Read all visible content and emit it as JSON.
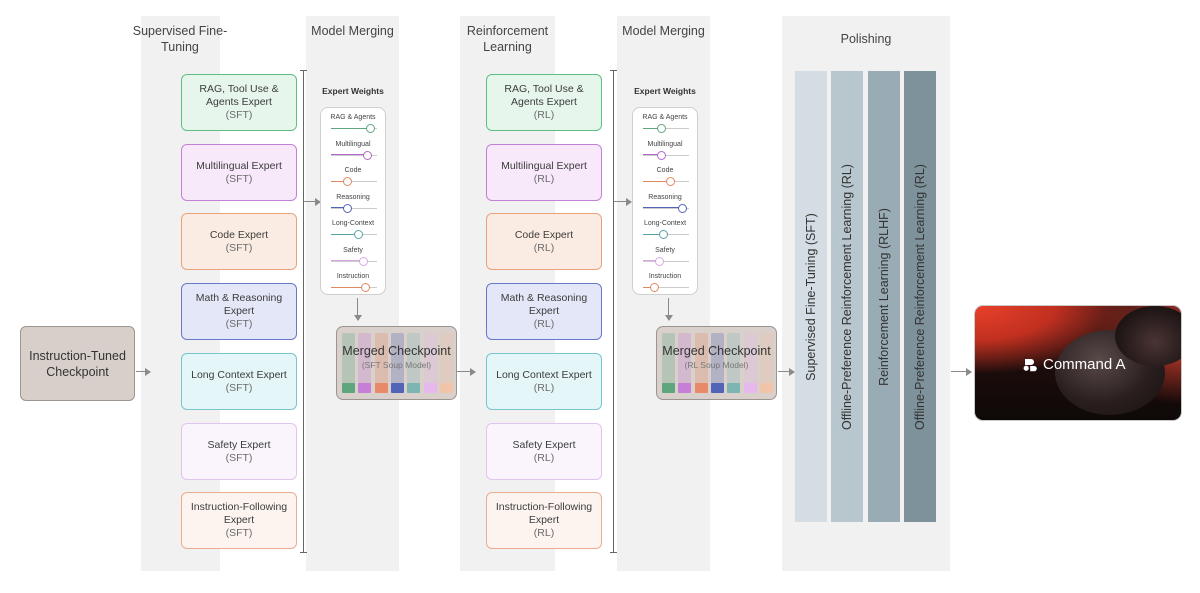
{
  "start": {
    "label": "Instruction-Tuned Checkpoint"
  },
  "sft": {
    "title": "Supervised Fine-Tuning",
    "experts": [
      {
        "name": "RAG, Tool Use & Agents  Expert",
        "tag": "(SFT)",
        "color": "#5fbf83",
        "bg": "#e6f6ec"
      },
      {
        "name": "Multilingual Expert",
        "tag": "(SFT)",
        "color": "#c57fd6",
        "bg": "#f7e9fa"
      },
      {
        "name": "Code Expert",
        "tag": "(SFT)",
        "color": "#e8a37d",
        "bg": "#fbece3"
      },
      {
        "name": "Math & Reasoning Expert",
        "tag": "(SFT)",
        "color": "#6a78c9",
        "bg": "#e4e7f7"
      },
      {
        "name": "Long Context Expert",
        "tag": "(SFT)",
        "color": "#77c5cf",
        "bg": "#e5f6f8"
      },
      {
        "name": "Safety Expert",
        "tag": "(SFT)",
        "color": "#e0c6ea",
        "bg": "#faf4fc"
      },
      {
        "name": "Instruction-Following Expert",
        "tag": "(SFT)",
        "color": "#ecab93",
        "bg": "#fdf4f0"
      }
    ]
  },
  "merge1": {
    "title": "Model Merging",
    "weights_title": "Expert Weights",
    "weights": [
      {
        "label": "RAG & Agents",
        "value": 0.85,
        "color": "#5fa67e"
      },
      {
        "label": "Multilingual",
        "value": 0.8,
        "color": "#b667cb"
      },
      {
        "label": "Code",
        "value": 0.35,
        "color": "#e08864"
      },
      {
        "label": "Reasoning",
        "value": 0.35,
        "color": "#5263b8"
      },
      {
        "label": "Long-Context",
        "value": 0.6,
        "color": "#5aa3a5"
      },
      {
        "label": "Safety",
        "value": 0.7,
        "color": "#d6a8e4"
      },
      {
        "label": "Instruction",
        "value": 0.75,
        "color": "#e08864"
      }
    ],
    "merged_title": "Merged Checkpoint",
    "merged_sub": "(SFT Soup Model)"
  },
  "rl": {
    "title": "Reinforcement Learning",
    "experts": [
      {
        "name": "RAG, Tool Use & Agents  Expert",
        "tag": "(RL)",
        "color": "#5fbf83",
        "bg": "#e6f6ec"
      },
      {
        "name": "Multilingual Expert",
        "tag": "(RL)",
        "color": "#c57fd6",
        "bg": "#f7e9fa"
      },
      {
        "name": "Code Expert",
        "tag": "(RL)",
        "color": "#e8a37d",
        "bg": "#fbece3"
      },
      {
        "name": "Math & Reasoning Expert",
        "tag": "(RL)",
        "color": "#6a78c9",
        "bg": "#e4e7f7"
      },
      {
        "name": "Long Context Expert",
        "tag": "(RL)",
        "color": "#77c5cf",
        "bg": "#e5f6f8"
      },
      {
        "name": "Safety Expert",
        "tag": "(RL)",
        "color": "#e0c6ea",
        "bg": "#faf4fc"
      },
      {
        "name": "Instruction-Following Expert",
        "tag": "(RL)",
        "color": "#ecab93",
        "bg": "#fdf4f0"
      }
    ]
  },
  "merge2": {
    "title": "Model Merging",
    "weights_title": "Expert Weights",
    "weights": [
      {
        "label": "RAG & Agents",
        "value": 0.4,
        "color": "#5fa67e"
      },
      {
        "label": "Multilingual",
        "value": 0.4,
        "color": "#b667cb"
      },
      {
        "label": "Code",
        "value": 0.6,
        "color": "#e08864"
      },
      {
        "label": "Reasoning",
        "value": 0.85,
        "color": "#5263b8"
      },
      {
        "label": "Long-Context",
        "value": 0.45,
        "color": "#5aa3a5"
      },
      {
        "label": "Safety",
        "value": 0.35,
        "color": "#d6a8e4"
      },
      {
        "label": "Instruction",
        "value": 0.25,
        "color": "#e08864"
      }
    ],
    "merged_title": "Merged Checkpoint",
    "merged_sub": "(RL Soup Model)"
  },
  "polishing": {
    "title": "Polishing",
    "stages": [
      {
        "label": "Supervised Fine-Tuning (SFT)",
        "color": "#d3dde3"
      },
      {
        "label": "Offline-Preference Reinforcement Learning (RL)",
        "color": "#b8c6cd"
      },
      {
        "label": "Reinforcement Learning (RLHF)",
        "color": "#99abb4"
      },
      {
        "label": "Offline-Preference Reinforcement Learning (RL)",
        "color": "#7e929b"
      }
    ]
  },
  "final": {
    "label": "Command A",
    "icon": "cohere-logo-icon"
  },
  "chip_colors": [
    "#5fa67e",
    "#c57fd6",
    "#e8896a",
    "#5263b8",
    "#7db5b3",
    "#e6b8ee",
    "#f1c3a8"
  ]
}
